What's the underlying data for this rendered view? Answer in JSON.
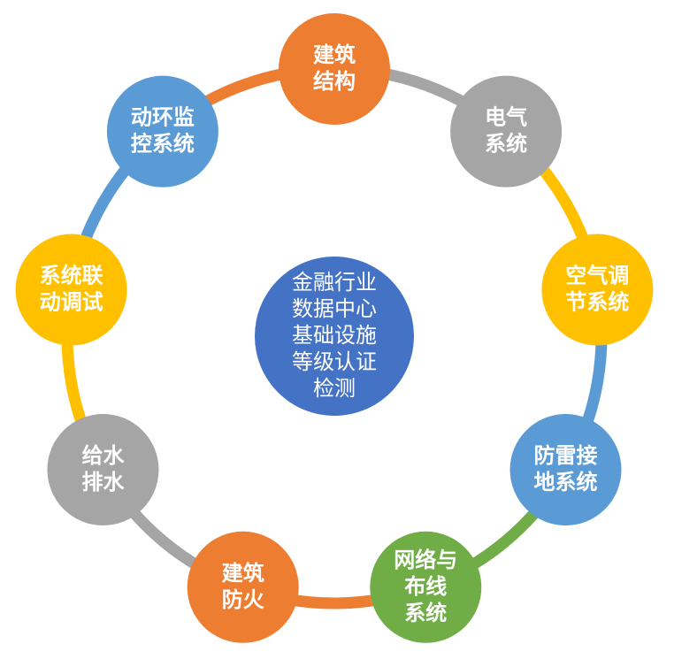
{
  "center": {
    "lines": [
      "金融行业",
      "数据中心",
      "基础设施",
      "等级认证",
      "检测"
    ],
    "color": "#4472C4"
  },
  "nodes": [
    {
      "id": "building-structure",
      "lines": [
        "建筑",
        "结构"
      ],
      "color": "#ED7D31"
    },
    {
      "id": "electrical",
      "lines": [
        "电气",
        "系统"
      ],
      "color": "#A5A5A5"
    },
    {
      "id": "hvac",
      "lines": [
        "空气调",
        "节系统"
      ],
      "color": "#FFC000"
    },
    {
      "id": "lightning",
      "lines": [
        "防雷接",
        "地系统"
      ],
      "color": "#5B9BD5"
    },
    {
      "id": "network-cabling",
      "lines": [
        "网络与",
        "布线",
        "系统"
      ],
      "color": "#70AD47"
    },
    {
      "id": "fire-protection",
      "lines": [
        "建筑",
        "防火"
      ],
      "color": "#ED7D31"
    },
    {
      "id": "water",
      "lines": [
        "给水",
        "排水"
      ],
      "color": "#A5A5A5"
    },
    {
      "id": "system-commissioning",
      "lines": [
        "系统联",
        "动调试"
      ],
      "color": "#FFC000"
    },
    {
      "id": "env-monitoring",
      "lines": [
        "动环监",
        "控系统"
      ],
      "color": "#5B9BD5"
    }
  ]
}
